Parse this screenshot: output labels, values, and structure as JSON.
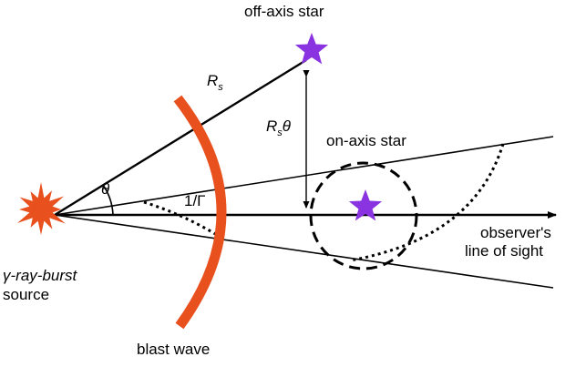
{
  "labels": {
    "off_axis_star": "off-axis star",
    "on_axis_star": "on-axis star",
    "observer_line_1": "observer's",
    "observer_line_2": "line of sight",
    "source_line_1": "γ-ray-burst",
    "source_line_2": "source",
    "blast_wave": "blast wave",
    "radius_symbol": "R",
    "radius_subscript": "s",
    "offset_R": "R",
    "offset_subscript": "s",
    "offset_theta": "θ",
    "angle_theta": "θ",
    "beaming_angle": "1/Γ"
  },
  "colors": {
    "burst": "#e8501e",
    "blast_wave": "#e8501e",
    "star": "#8a33e0",
    "lines": "#000000"
  },
  "icons": {
    "burst": "burst-icon",
    "star": "star-icon"
  }
}
